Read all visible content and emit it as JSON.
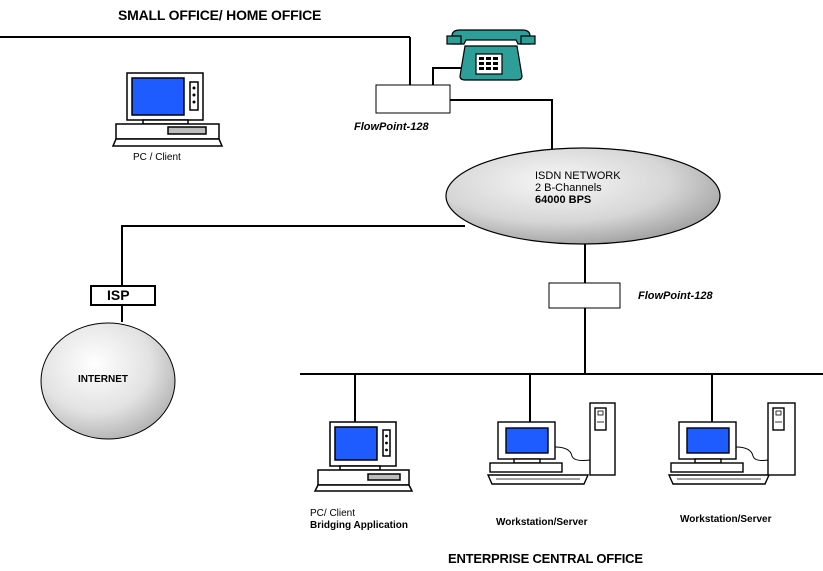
{
  "title_top": "SMALL OFFICE/ HOME OFFICE",
  "title_bottom": "ENTERPRISE CENTRAL OFFICE",
  "soho_pc_label": "PC / Client",
  "flowpoint_top_label": "FlowPoint-128",
  "flowpoint_right_label": "FlowPoint-128",
  "isdn": {
    "line1": "ISDN NETWORK",
    "line2": "2 B-Channels",
    "line3": "64000 BPS"
  },
  "isp_label": "ISP",
  "internet_label": "INTERNET",
  "enterprise_pc": {
    "line1": "PC/ Client",
    "line2": "Bridging Application"
  },
  "workstation1_label": "Workstation/Server",
  "workstation2_label": "Workstation/Server",
  "colors": {
    "screen": "#1e5cff",
    "phone": "#2e9e98",
    "cloud_light": "#f3f3f3",
    "cloud_dark": "#a9a9a9",
    "line": "#000000"
  },
  "icons": [
    "desktop-pc-icon",
    "telephone-icon",
    "router-box-icon",
    "tower-server-icon",
    "network-cloud-icon"
  ]
}
